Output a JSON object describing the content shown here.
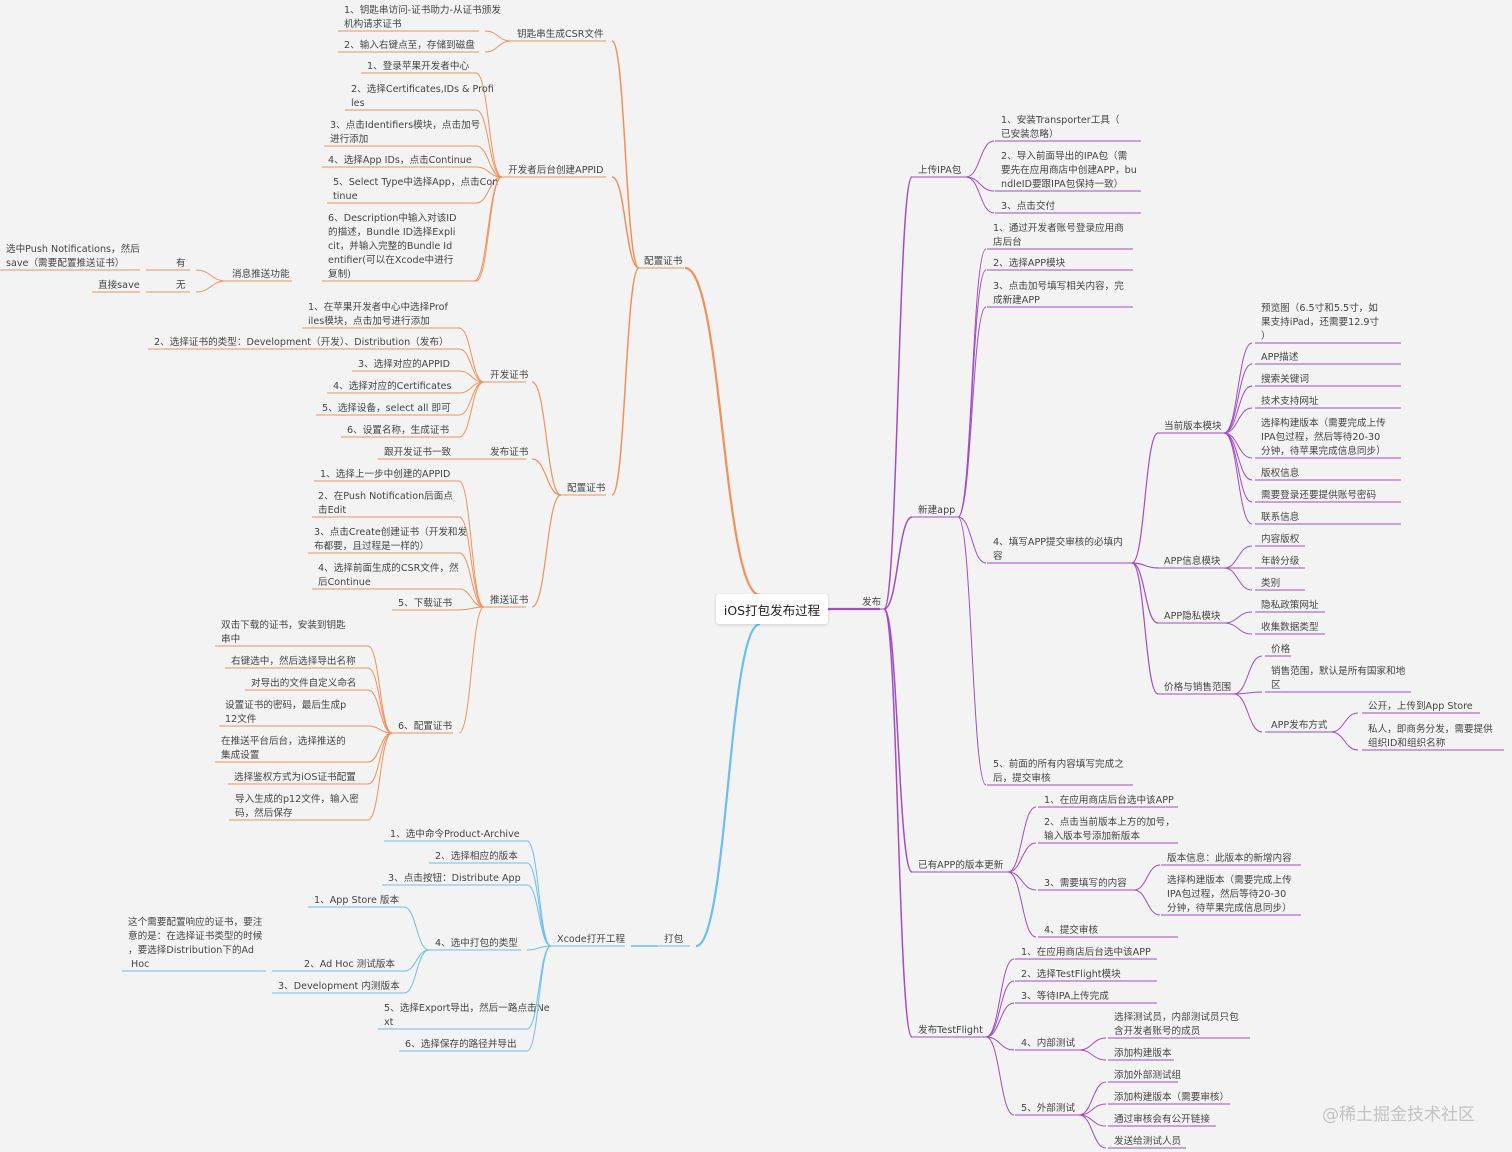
{
  "root": "iOS打包发布过程",
  "watermark": "@稀土掘金技术社区",
  "colors": {
    "peizhi": "#f0915c",
    "dabao": "#6bbef0",
    "fabu": "#a24cc6",
    "text": "#444444"
  },
  "branches": {
    "peizhi": {
      "label": "配置证书",
      "children": {
        "csr": {
          "label": "钥匙串生成CSR文件",
          "items": [
            "1、钥匙串访问-证书助力-从证书颁发机构请求证书",
            "2、输入右键点至，存储到磁盘"
          ]
        },
        "appid": {
          "label": "开发者后台创建APPID",
          "items": [
            "1、登录苹果开发者中心",
            "2、选择Certificates,IDs & Profiles",
            "3、点击Identifiers模块，点击加号进行添加",
            "4、选择App IDs，点击Continue",
            "5、Select Type中选择App，点击Continue",
            "6、Description中输入对该ID的描述，Bundle ID选择Explicit，并输入完整的Bundle Identifier(可以在Xcode中进行复制)"
          ],
          "push": {
            "label": "消息推送功能",
            "yes": "有",
            "yes_detail": "选中Push Notifications，然后save（需要配置推送证书）",
            "no": "无",
            "no_detail": "直接save"
          }
        },
        "cert": {
          "label": "配置证书",
          "dev": {
            "label": "开发证书",
            "items": [
              "1、在苹果开发者中心中选择Profiles模块，点击加号进行添加",
              "2、选择证书的类型：Development（开发）、Distribution（发布）",
              "3、选择对应的APPID",
              "4、选择对应的Certificates",
              "5、选择设备，select all 即可",
              "6、设置名称，生成证书"
            ]
          },
          "dist": {
            "label": "发布证书",
            "items": [
              "跟开发证书一致"
            ]
          },
          "push": {
            "label": "推送证书",
            "items": [
              "1、选择上一步中创建的APPID",
              "2、在Push Notification后面点击Edit",
              "3、点击Create创建证书（开发和发布都要，且过程是一样的）",
              "4、选择前面生成的CSR文件，然后Continue",
              "5、下载证书"
            ],
            "step6": {
              "label": "6、配置证书",
              "items": [
                "双击下载的证书，安装到钥匙串中",
                "右键选中，然后选择导出名称",
                "对导出的文件自定义命名",
                "设置证书的密码，最后生成p12文件",
                "在推送平台后台，选择推送的集成设置",
                "选择鉴权方式为iOS证书配置",
                "导入生成的p12文件，输入密码，然后保存"
              ]
            }
          }
        }
      }
    },
    "dabao": {
      "label": "打包",
      "xcode": {
        "label": "Xcode打开工程",
        "items": [
          "1、选中命令Product-Archive",
          "2、选择相应的版本",
          "3、点击按钮：Distribute App",
          "5、选择Export导出，然后一路点击Next",
          "6、选择保存的路径并导出"
        ],
        "type": {
          "label": "4、选中打包的类型",
          "items": [
            "1、App Store 版本",
            "2、Ad Hoc 测试版本",
            "3、Development 内测版本"
          ],
          "note": "这个需要配置响应的证书，要注意的是：在选择证书类型的时候，要选择Distribution下的Ad Hoc"
        }
      }
    },
    "fabu": {
      "label": "发布",
      "upload": {
        "label": "上传IPA包",
        "items": [
          "1、安装Transporter工具（已安装忽略）",
          "2、导入前面导出的IPA包（需要先在应用商店中创建APP，bundleID要跟IPA包保持一致）",
          "3、点击交付"
        ]
      },
      "newapp": {
        "label": "新建app",
        "items": [
          "1、通过开发者账号登录应用商店后台",
          "2、选择APP模块",
          "3、点击加号填写相关内容，完成新建APP",
          "5、前面的所有内容填写完成之后，提交审核"
        ],
        "step4": {
          "label": "4、填写APP提交审核的必填内容",
          "current": {
            "label": "当前版本模块",
            "items": [
              "预览图（6.5寸和5.5寸，如果支持iPad，还需要12.9寸）",
              "APP描述",
              "搜索关键词",
              "技术支持网址",
              "选择构建版本（需要完成上传IPA包过程，然后等待20-30分钟，待苹果完成信息同步）",
              "版权信息",
              "需要登录还要提供账号密码",
              "联系信息"
            ]
          },
          "info": {
            "label": "APP信息模块",
            "items": [
              "内容版权",
              "年龄分级",
              "类别"
            ]
          },
          "privacy": {
            "label": "APP隐私模块",
            "items": [
              "隐私政策网址",
              "收集数据类型"
            ]
          },
          "price": {
            "label": "价格与销售范围",
            "items": [
              "价格",
              "销售范围，默认是所有国家和地区"
            ],
            "publish": {
              "label": "APP发布方式",
              "items": [
                "公开，上传到App Store",
                "私人，即商务分发，需要提供组织ID和组织名称"
              ]
            }
          }
        }
      },
      "update": {
        "label": "已有APP的版本更新",
        "items": [
          "1、在应用商店后台选中该APP",
          "2、点击当前版本上方的加号，输入版本号添加新版本",
          "4、提交审核"
        ],
        "step3": {
          "label": "3、需要填写的内容",
          "items": [
            "版本信息：此版本的新增内容",
            "选择构建版本（需要完成上传IPA包过程，然后等待20-30分钟，待苹果完成信息同步）"
          ]
        }
      },
      "testflight": {
        "label": "发布TestFlight",
        "items": [
          "1、在应用商店后台选中该APP",
          "2、选择TestFlight模块",
          "3、等待IPA上传完成"
        ],
        "internal": {
          "label": "4、内部测试",
          "items": [
            "选择测试员，内部测试员只包含开发者账号的成员",
            "添加构建版本"
          ]
        },
        "external": {
          "label": "5、外部测试",
          "items": [
            "添加外部测试组",
            "添加构建版本（需要审核）",
            "通过审核会有公开链接",
            "发送给测试人员"
          ]
        }
      }
    }
  }
}
